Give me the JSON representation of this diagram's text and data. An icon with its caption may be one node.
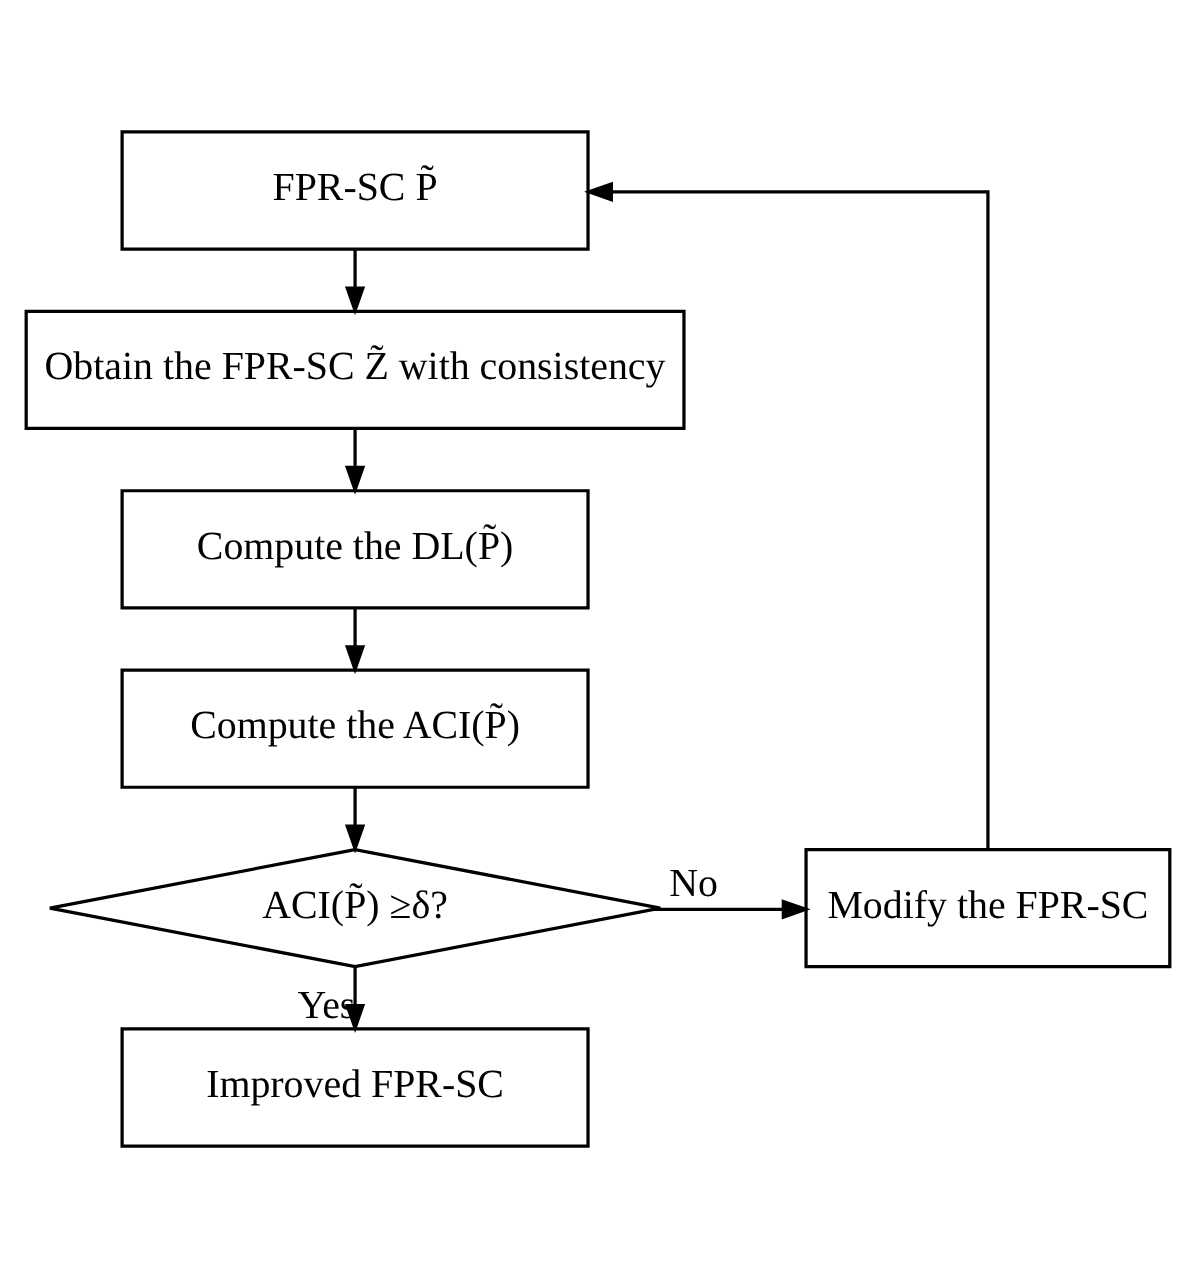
{
  "diagram": {
    "nodes": [
      {
        "text": [
          "FPR-SC P̃"
        ]
      },
      {
        "text": [
          "Obtain the FPR-SC Z̃ with consistency"
        ]
      },
      {
        "text": [
          "Compute the DL(P̃)"
        ]
      },
      {
        "text": [
          "Compute the ACI(P̃)"
        ]
      },
      {
        "text": [
          "ACI(P̃) ≥δ?"
        ]
      },
      {
        "text": [
          "Modify the FPR-SC"
        ]
      },
      {
        "text": [
          "Improved FPR-SC"
        ]
      }
    ],
    "edges": [
      {
        "from": 0,
        "to": 1,
        "arrow": "to"
      },
      {
        "from": 1,
        "to": 2,
        "arrow": "to"
      },
      {
        "from": 2,
        "to": 3,
        "arrow": "to"
      },
      {
        "from": 3,
        "to": 4,
        "arrow": "to"
      },
      {
        "from": 4,
        "to": 5,
        "arrow": "to",
        "label": "No"
      },
      {
        "from": 4,
        "to": 6,
        "arrow": "to",
        "label": "Yes"
      },
      {
        "from": 5,
        "to": 0,
        "arrow": "to"
      }
    ]
  }
}
